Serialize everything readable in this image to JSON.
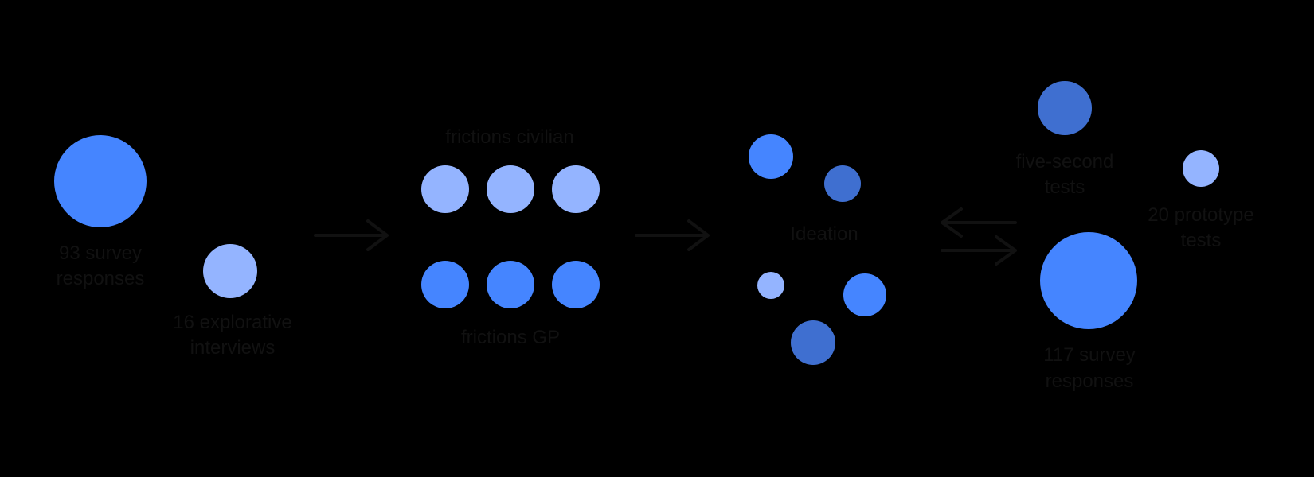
{
  "colors": {
    "background": "#000000",
    "text": "#111111",
    "blue": "#4585FF",
    "light_blue": "#94B4FF",
    "dark_blue": "#3F6FD0"
  },
  "stages": {
    "research": {
      "survey_label": [
        "93 survey",
        "responses"
      ],
      "interviews_label": [
        "16 explorative",
        "interviews"
      ]
    },
    "frictions": {
      "civilian_label": "frictions civilian",
      "gp_label": "frictions GP"
    },
    "ideation": {
      "label": "Ideation"
    },
    "testing": {
      "five_second_label": [
        "five-second",
        "tests"
      ],
      "prototype_label": [
        "20 prototype",
        "tests"
      ],
      "survey_label": [
        "117 survey",
        "responses"
      ]
    }
  }
}
